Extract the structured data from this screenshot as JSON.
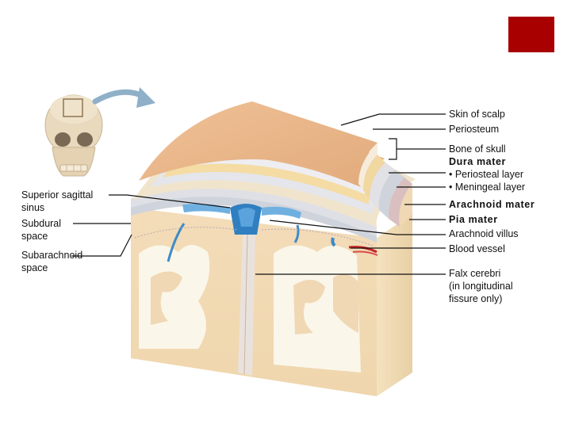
{
  "colors": {
    "corner_box": "#a80000",
    "scalp": "#e9b98c",
    "periosteum": "#f1e7d6",
    "bone": "#f3dca8",
    "dura": "#e3e3e7",
    "arachnoid": "#d9c5c4",
    "brain_gray": "#f0d8b4",
    "brain_white": "#fbf6ea",
    "sinus_blue": "#2f7fc1",
    "vessel_red": "#c62828",
    "arrow": "#8fb0c8",
    "leader_line": "#111111"
  },
  "icons": {
    "skull": "skull-icon",
    "arrow": "curved-arrow-icon"
  },
  "labels_right": {
    "skin_of_scalp": "Skin of scalp",
    "periosteum": "Periosteum",
    "bone_of_skull": "Bone of skull",
    "dura_mater": "Dura mater",
    "periosteal_layer": "• Periosteal layer",
    "meningeal_layer": "• Meningeal layer",
    "arachnoid_mater": "Arachnoid mater",
    "pia_mater": "Pia mater",
    "arachnoid_villus": "Arachnoid villus",
    "blood_vessel": "Blood vessel",
    "falx_cerebri_1": "Falx cerebri",
    "falx_cerebri_2": "(in longitudinal",
    "falx_cerebri_3": "fissure only)"
  },
  "labels_left": {
    "superior_sagittal_sinus_1": "Superior sagittal",
    "superior_sagittal_sinus_2": "sinus",
    "subdural_space_1": "Subdural",
    "subdural_space_2": "space",
    "subarachnoid_space_1": "Subarachnoid",
    "subarachnoid_space_2": "space"
  }
}
